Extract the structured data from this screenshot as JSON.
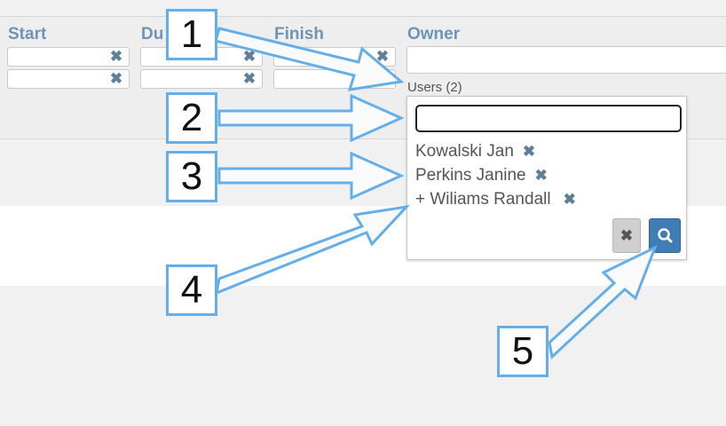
{
  "filters": {
    "start": {
      "label": "Start",
      "clear_icon": "x-icon"
    },
    "duration": {
      "label": "Du"
    },
    "finish": {
      "label": "Finish"
    },
    "owner": {
      "label": "Owner"
    }
  },
  "users_popup": {
    "title": "Users (2)",
    "search_value": "",
    "items": [
      {
        "label": "Kowalski Jan"
      },
      {
        "label": "Perkins Janine"
      },
      {
        "label": "+ Wiliams Randall"
      }
    ],
    "clear_button": "x-icon",
    "search_button": "magnifier-icon"
  },
  "callouts": [
    "1",
    "2",
    "3",
    "4",
    "5"
  ],
  "colors": {
    "label": "#6f94b5",
    "icon": "#5e7f98",
    "callout_border": "#64aee9",
    "search_button": "#3f7db5"
  }
}
